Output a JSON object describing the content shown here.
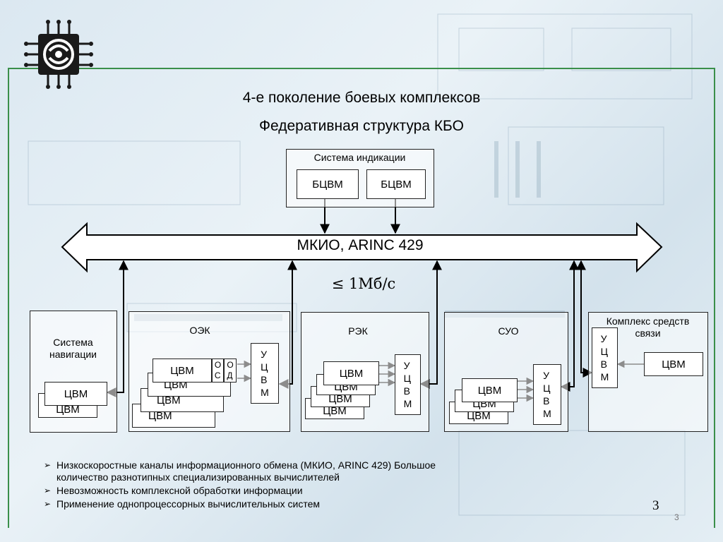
{
  "title_line1": "4-е поколение боевых комплексов",
  "title_line2": "Федеративная структура КБО",
  "bus": {
    "label": "МКИО, ARINC 429",
    "speed": "≤ 1Мб/с"
  },
  "indication": {
    "label": "Система индикации",
    "unit1": "БЦВМ",
    "unit2": "БЦВМ"
  },
  "navigation": {
    "label": "Система\nнавигации",
    "cvm_front": "ЦВМ",
    "cvm_back": "ЦВМ"
  },
  "oek": {
    "label": "ОЭК",
    "cvm": [
      "ЦВМ",
      "ЦВМ",
      "ЦВМ",
      "ЦВМ"
    ],
    "os": "О\nС",
    "od": "О\nД",
    "ucvm": "У\nЦ\nВ\nМ"
  },
  "rek": {
    "label": "РЭК",
    "cvm": [
      "ЦВМ",
      "ЦВМ",
      "ЦВМ",
      "ЦВМ"
    ],
    "ucvm": "У\nЦ\nВ\nМ"
  },
  "suo": {
    "label": "СУО",
    "cvm": [
      "ЦВМ",
      "ЦВМ",
      "ЦВМ"
    ],
    "ucvm": "У\nЦ\nВ\nМ"
  },
  "comms": {
    "label": "Комплекс средств\nсвязи",
    "ucvm": "У\nЦ\nВ\nМ",
    "cvm": "ЦВМ"
  },
  "bullets": [
    "Низкоскоростные каналы информационного обмена (МКИО, ARINC 429) Большое количество разнотипных специализированных вычислителей",
    "Невозможность комплексной обработки информации",
    "Применение однопроцессорных вычислительных систем"
  ],
  "page_number": "3",
  "slide_number": "3",
  "colors": {
    "frame": "#3a8f4a",
    "logo_bg": "#1a1a1a"
  }
}
